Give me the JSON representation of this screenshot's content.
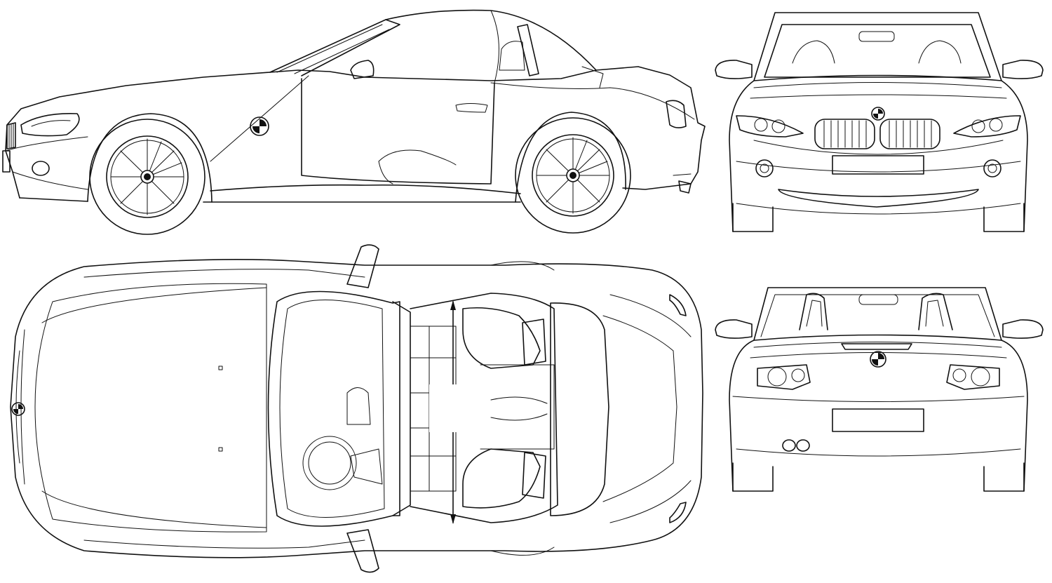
{
  "drawing": {
    "subject": "car-blueprint",
    "views": [
      "side-view",
      "front-view",
      "top-view",
      "rear-view"
    ],
    "line_color": "#111111",
    "background": "#ffffff"
  }
}
